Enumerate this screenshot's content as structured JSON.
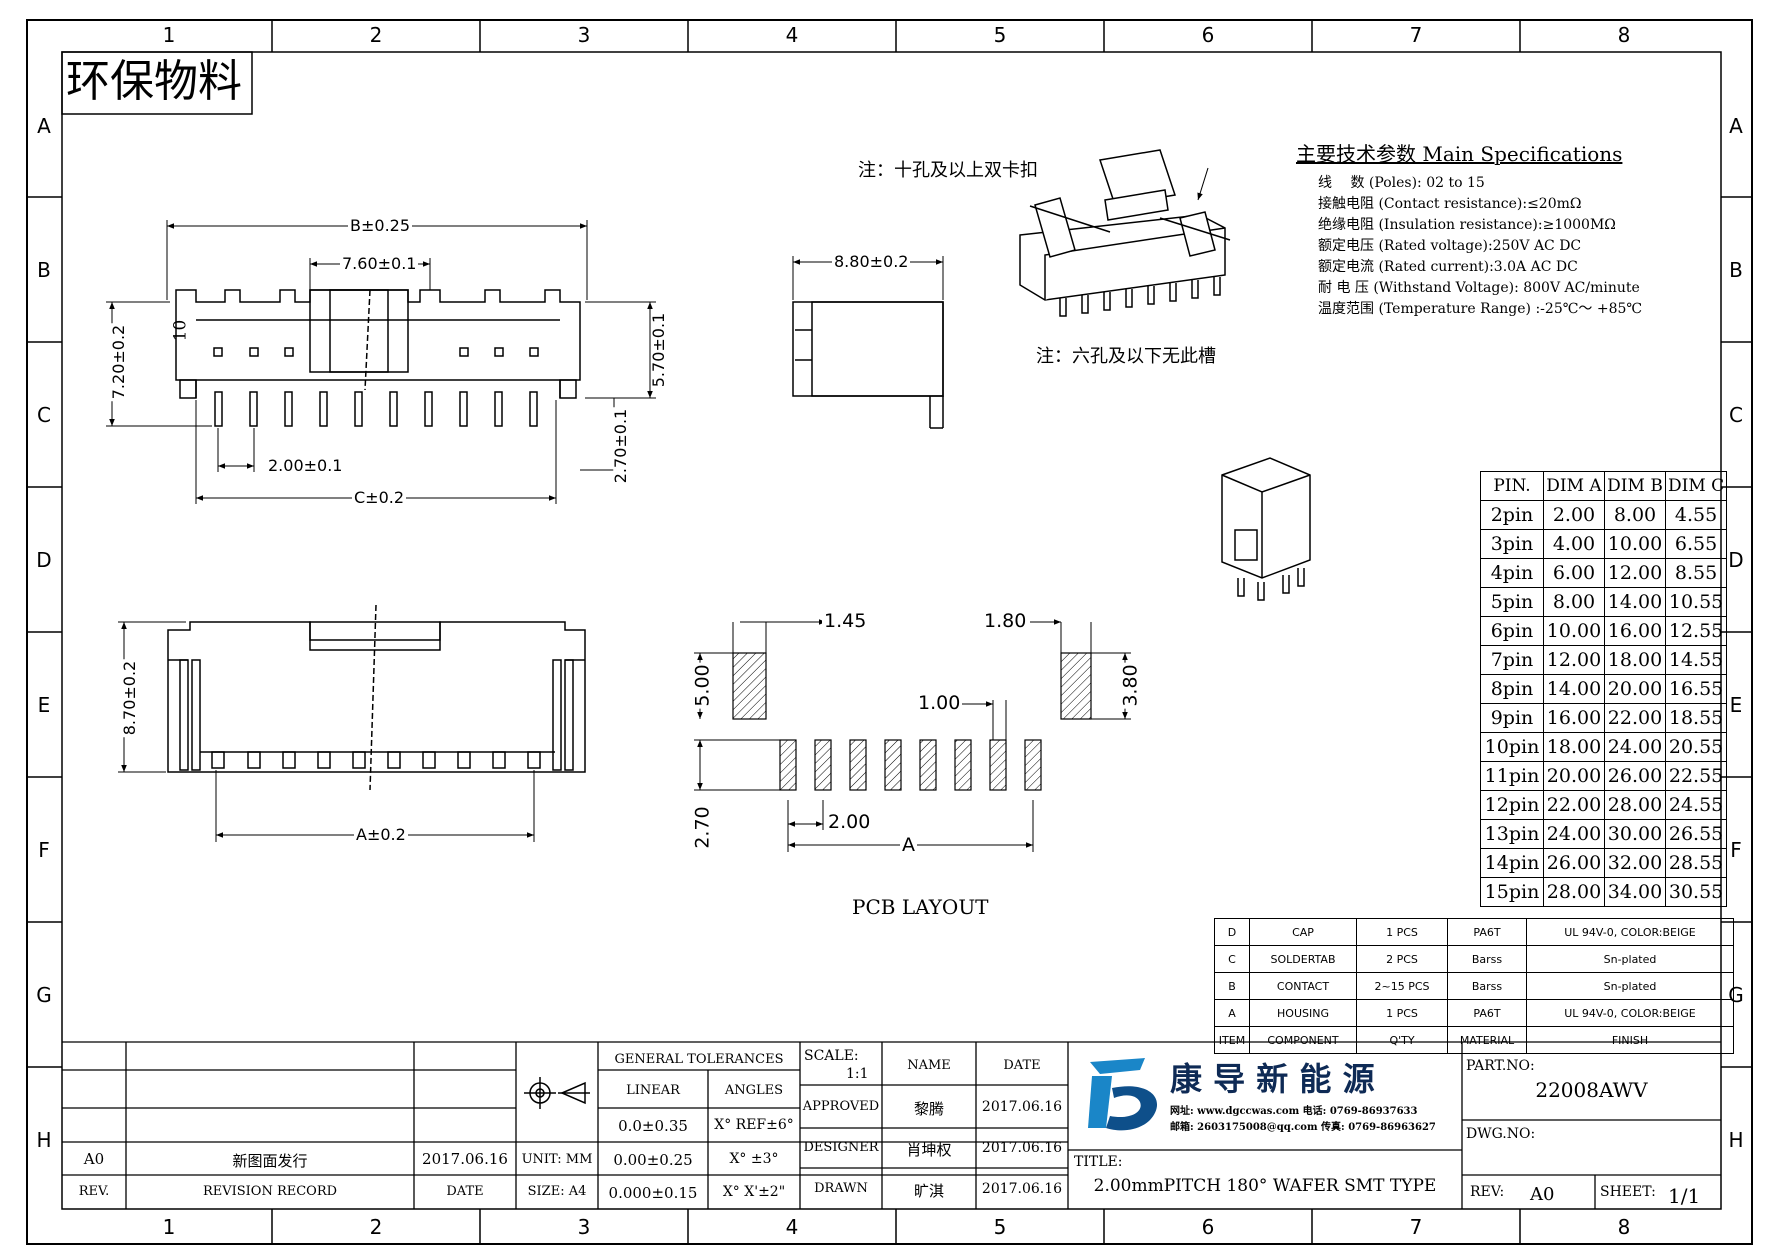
{
  "stamp": "环保物料",
  "zones": {
    "cols": [
      "1",
      "2",
      "3",
      "4",
      "5",
      "6",
      "7",
      "8"
    ],
    "rows": [
      "A",
      "B",
      "C",
      "D",
      "E",
      "F",
      "G",
      "H"
    ]
  },
  "dims_top": {
    "b": "B±0.25",
    "pitch_760": "7.60±0.1",
    "h720": "7.20±0.2",
    "h570": "5.70±0.1",
    "h270": "2.70±0.1",
    "p200": "2.00±0.1",
    "c": "C±0.2",
    "pin_mark": "10"
  },
  "dims_side": {
    "w880": "8.80±0.2"
  },
  "dims_front": {
    "h870": "8.70±0.2",
    "a": "A±0.2"
  },
  "pcb": {
    "d145": "1.45",
    "d500": "5.00",
    "d180": "1.80",
    "d380": "3.80",
    "d100": "1.00",
    "d270": "2.70",
    "d200": "2.00",
    "a": "A",
    "label": "PCB LAYOUT"
  },
  "notes": {
    "n1": "注：十孔及以上双卡扣",
    "n2": "注：六孔及以下无此槽"
  },
  "specs": {
    "title": "主要技术参数 Main Specifications",
    "lines": [
      "线　 数 (Poles): 02 to 15",
      "接触电阻 (Contact resistance):≤20mΩ",
      "绝缘电阻 (Insulation resistance):≥1000MΩ",
      "额定电压 (Rated voltage):250V AC DC",
      "额定电流 (Rated current):3.0A AC DC",
      "耐 电 压 (Withstand Voltage): 800V AC/minute",
      "温度范围 (Temperature Range) :-25℃～ +85℃"
    ]
  },
  "dim_table": {
    "header": [
      "PIN.",
      "DIM A",
      "DIM B",
      "DIM C"
    ],
    "rows": [
      [
        "2pin",
        "2.00",
        "8.00",
        "4.55"
      ],
      [
        "3pin",
        "4.00",
        "10.00",
        "6.55"
      ],
      [
        "4pin",
        "6.00",
        "12.00",
        "8.55"
      ],
      [
        "5pin",
        "8.00",
        "14.00",
        "10.55"
      ],
      [
        "6pin",
        "10.00",
        "16.00",
        "12.55"
      ],
      [
        "7pin",
        "12.00",
        "18.00",
        "14.55"
      ],
      [
        "8pin",
        "14.00",
        "20.00",
        "16.55"
      ],
      [
        "9pin",
        "16.00",
        "22.00",
        "18.55"
      ],
      [
        "10pin",
        "18.00",
        "24.00",
        "20.55"
      ],
      [
        "11pin",
        "20.00",
        "26.00",
        "22.55"
      ],
      [
        "12pin",
        "22.00",
        "28.00",
        "24.55"
      ],
      [
        "13pin",
        "24.00",
        "30.00",
        "26.55"
      ],
      [
        "14pin",
        "26.00",
        "32.00",
        "28.55"
      ],
      [
        "15pin",
        "28.00",
        "34.00",
        "30.55"
      ]
    ]
  },
  "bom": {
    "rows": [
      [
        "D",
        "CAP",
        "1 PCS",
        "PA6T",
        "UL 94V-0, COLOR:BEIGE"
      ],
      [
        "C",
        "SOLDERTAB",
        "2 PCS",
        "Barss",
        "Sn-plated"
      ],
      [
        "B",
        "CONTACT",
        "2~15 PCS",
        "Barss",
        "Sn-plated"
      ],
      [
        "A",
        "HOUSING",
        "1 PCS",
        "PA6T",
        "UL 94V-0, COLOR:BEIGE"
      ],
      [
        "ITEM",
        "COMPONENT",
        "Q'TY",
        "MATERIAL",
        "FINISH"
      ]
    ]
  },
  "title_block": {
    "rev_a0": "A0",
    "rev_desc": "新图面发行",
    "rev_date": "2017.06.16",
    "rev_h": "REV.",
    "record_h": "REVISION RECORD",
    "date_h": "DATE",
    "unit": "UNIT: MM",
    "size": "SIZE: A4",
    "gen_tol": "GENERAL TOLERANCES",
    "linear": "LINEAR",
    "angles": "ANGLES",
    "lin1": "0.0±0.35",
    "lin2": "0.00±0.25",
    "lin3": "0.000±0.15",
    "ang1": "X° REF±6°",
    "ang2": "X° ±3°",
    "ang3": "X° X'±2\"",
    "scale_h": "SCALE:",
    "scale": "1:1",
    "name_h": "NAME",
    "date_h2": "DATE",
    "approved": "APPROVED",
    "approved_name": "黎腾",
    "approved_date": "2017.06.16",
    "designer": "DESIGNER",
    "designer_name": "肖坤权",
    "designer_date": "2017.06.16",
    "drawn": "DRAWN",
    "drawn_name": "旷淇",
    "drawn_date": "2017.06.16",
    "company": "康 导 新 能 源",
    "contact1": "网址: www.dgccwas.com 电话: 0769-86937633",
    "contact2": "邮箱: 2603175008@qq.com 传真: 0769-86963627",
    "title_h": "TITLE:",
    "title": "2.00mmPITCH 180° WAFER SMT TYPE",
    "part_h": "PART.NO:",
    "part": "22008AWV",
    "dwg_h": "DWG.NO:",
    "rev2_h": "REV:",
    "rev2": "A0",
    "sheet_h": "SHEET:",
    "sheet": "1/1"
  },
  "colors": {
    "logo_blue": "#1a86c8",
    "logo_dark": "#0e4f8a"
  }
}
